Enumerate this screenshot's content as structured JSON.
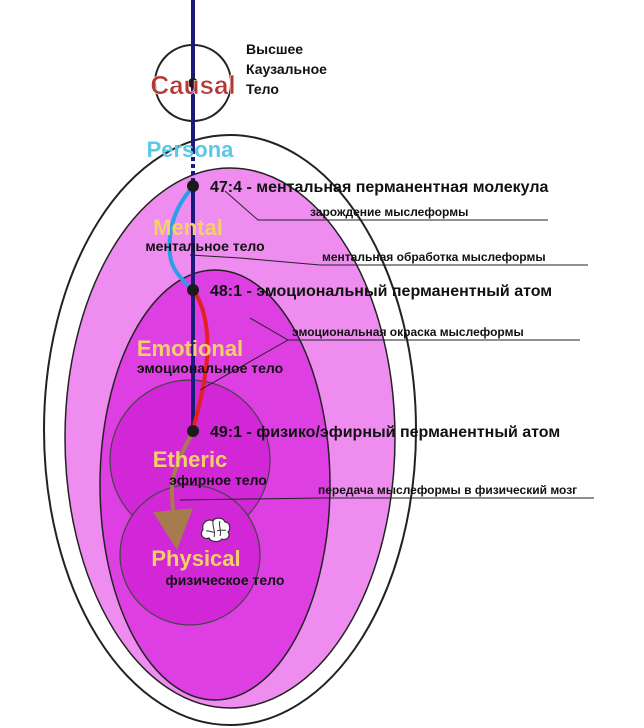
{
  "causal": {
    "label": "Causal",
    "side_label_line1": "Высшее",
    "side_label_line2": "Каузальное",
    "side_label_line3": "Тело"
  },
  "persona": {
    "label": "Persona"
  },
  "bodies": {
    "mental": {
      "label": "Mental",
      "ru_label": "ментальное тело"
    },
    "emotional": {
      "label": "Emotional",
      "ru_label": "эмоциональное тело"
    },
    "etheric": {
      "label": "Etheric",
      "ru_label": "эфирное тело"
    },
    "physical": {
      "label": "Physical",
      "ru_label": "физическое тело"
    }
  },
  "atoms": {
    "mental": "47:4 - ментальная перманентная молекула",
    "emotional": "48:1 - эмоциональный перманентный атом",
    "physical": "49:1 - физико/эфирный перманентный атом"
  },
  "annotations": {
    "a1": "зарождение мыслеформы",
    "a2": "ментальная обработка мыслеформы",
    "a3": "эмоциональная окраска мыслеформы",
    "a4": "передача мыслеформы в физический мозг"
  },
  "icons": {
    "brain": "brain-icon"
  },
  "colors": {
    "outer_fill": "#ffffff",
    "mental_fill": "#ee8cf0",
    "emotional_fill": "#dd3fe3",
    "inner_fill": "#d127d6",
    "axis": "#1a1a7a",
    "causal_text": "#b53838",
    "persona_text": "#5cc8e8",
    "body_label": "#f5d06a",
    "thread_blue": "#2a9fe8",
    "thread_red": "#e52020",
    "thread_brown": "#a67c4e"
  }
}
